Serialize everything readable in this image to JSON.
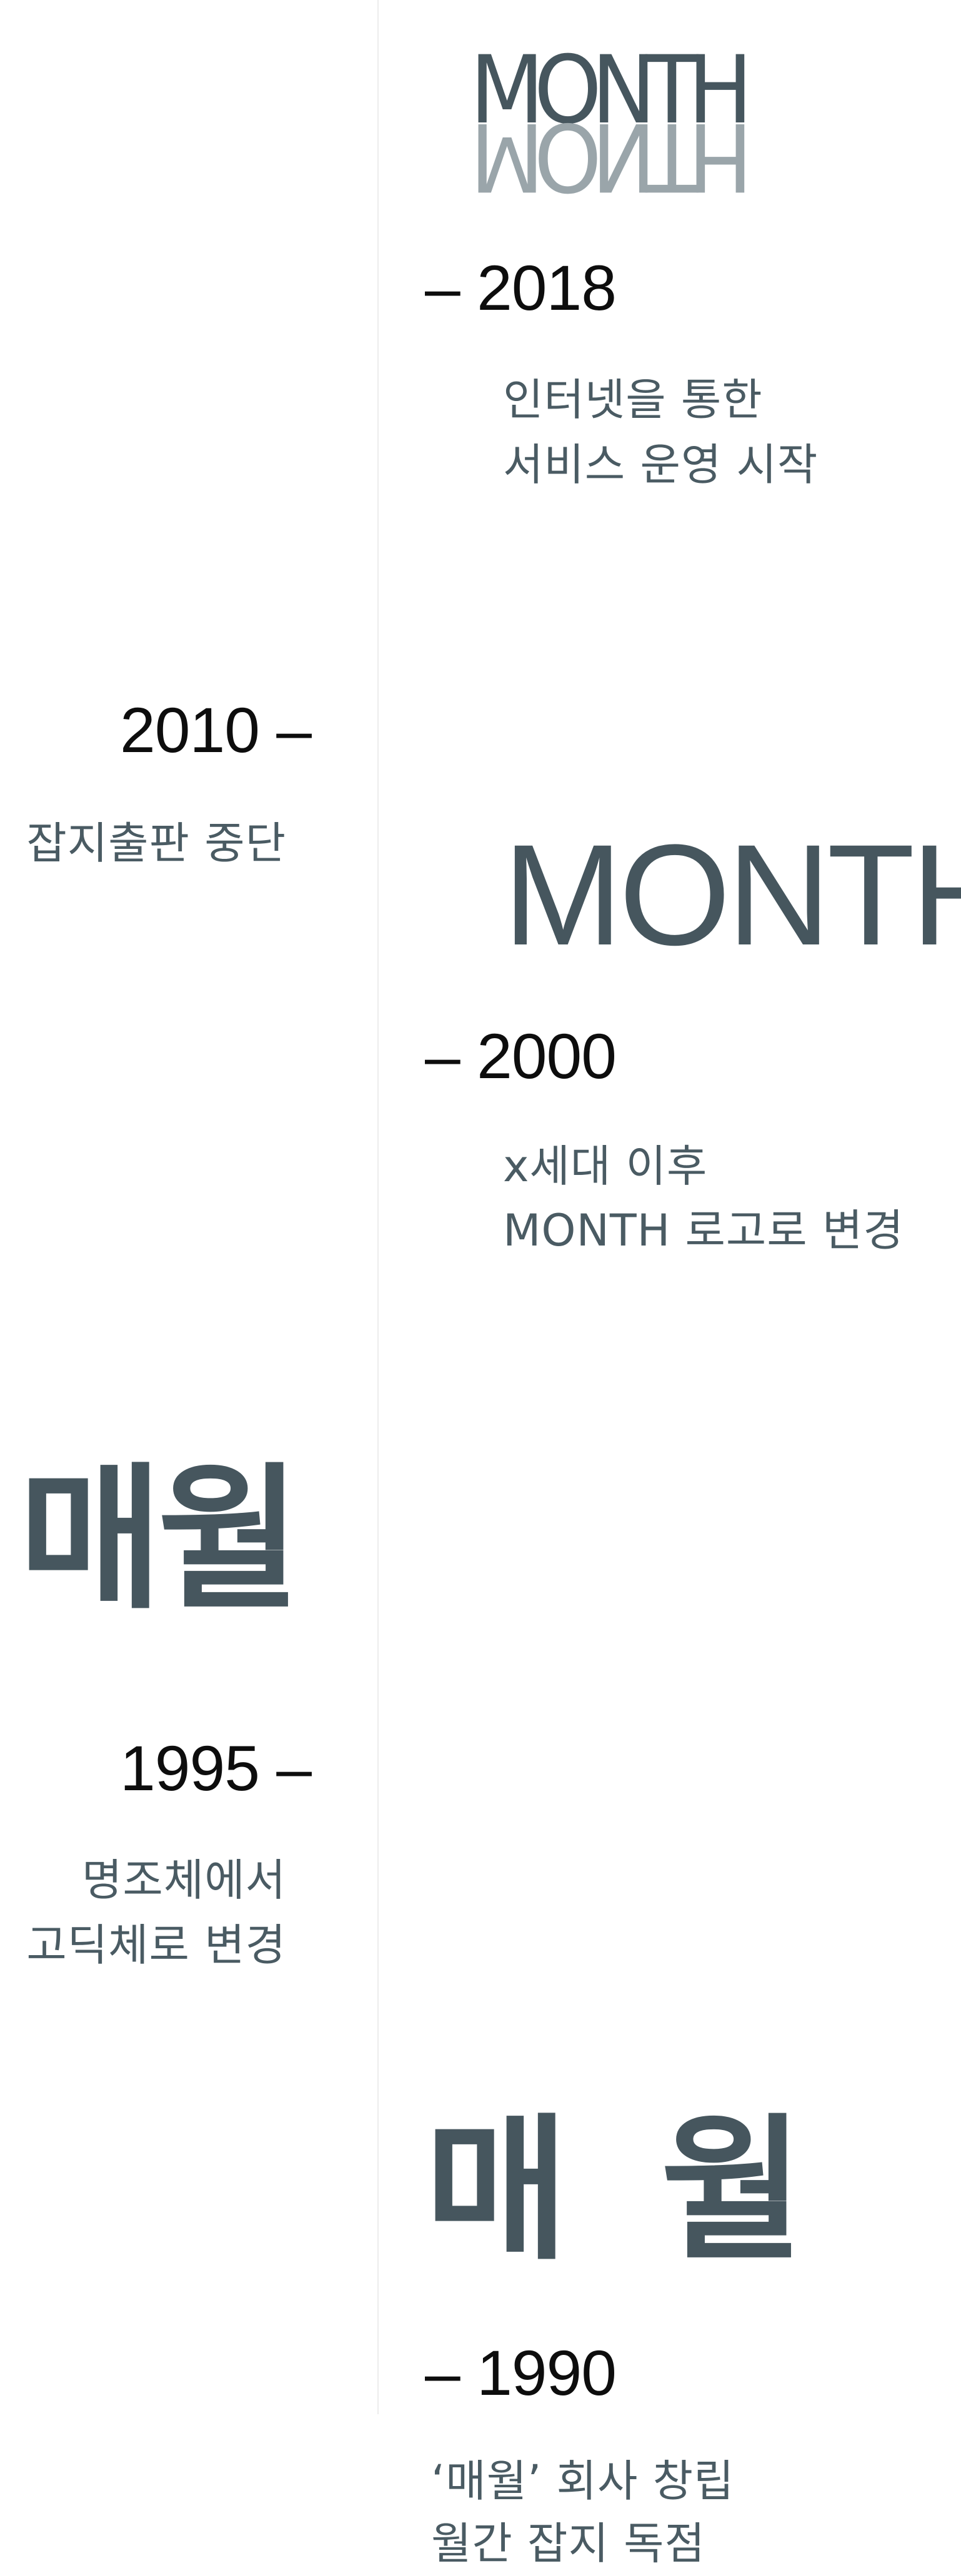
{
  "timeline": {
    "entries": [
      {
        "logo_text": "MONTH",
        "year_label": "– 2018",
        "desc_line1": "인터넷을 통한",
        "desc_line2": "서비스 운영 시작"
      },
      {
        "year_label": "2010 –",
        "desc_line1": "잡지출판 중단"
      },
      {
        "logo_text": "MONTH",
        "year_label": "– 2000",
        "desc_line1": "x세대 이후",
        "desc_line2": "MONTH 로고로 변경"
      },
      {
        "logo_text": "매월",
        "year_label": "1995 –",
        "desc_line1": "명조체에서",
        "desc_line2": "고딕체로 변경"
      },
      {
        "logo_text": "매 월",
        "year_label": "– 1990",
        "desc_line1": "‘매월’ 회사 창립",
        "desc_line2": "월간 잡지 독점"
      }
    ]
  },
  "colors": {
    "logo": "#46565e",
    "logo_reflection": "#9aa5aa",
    "description": "#4a5b63",
    "axis": "#ececec",
    "year": "#0d0d0d"
  }
}
